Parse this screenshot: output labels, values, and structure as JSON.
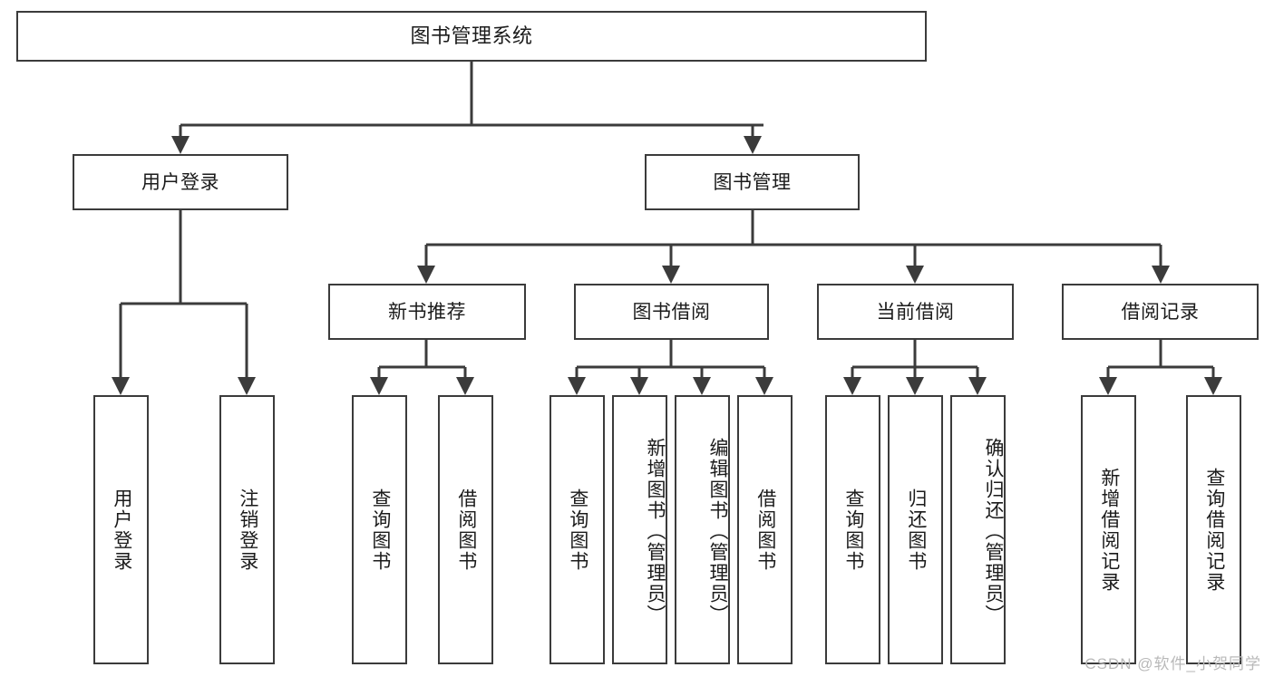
{
  "diagram": {
    "type": "tree",
    "title": "图书管理系统",
    "watermark": "CSDN @软件_小贺同学",
    "colors": {
      "box_border": "#3b3b3b",
      "box_fill": "#ffffff",
      "edge": "#3b3b3b",
      "text": "#1b1b1b",
      "watermark": "#b9b9b9",
      "background": "#ffffff"
    },
    "nodes": {
      "root": {
        "label": "图书管理系统"
      },
      "level2": [
        {
          "id": "user-login",
          "label": "用户登录"
        },
        {
          "id": "book-manage",
          "label": "图书管理"
        }
      ],
      "level3": [
        {
          "id": "new-book-recommend",
          "label": "新书推荐"
        },
        {
          "id": "book-borrow",
          "label": "图书借阅"
        },
        {
          "id": "current-borrow",
          "label": "当前借阅"
        },
        {
          "id": "borrow-record",
          "label": "借阅记录"
        }
      ],
      "leaves": {
        "user-login": [
          {
            "id": "leaf-user-login",
            "label": "用户登录"
          },
          {
            "id": "leaf-logout-login",
            "label": "注销登录"
          }
        ],
        "new-book-recommend": [
          {
            "id": "leaf-query-book-1",
            "label": "查询图书"
          },
          {
            "id": "leaf-borrow-book-1",
            "label": "借阅图书"
          }
        ],
        "book-borrow": [
          {
            "id": "leaf-query-book-2",
            "label": "查询图书"
          },
          {
            "id": "leaf-add-book",
            "label": "新增图书（管理员）"
          },
          {
            "id": "leaf-edit-book",
            "label": "编辑图书（管理员）"
          },
          {
            "id": "leaf-borrow-book-2",
            "label": "借阅图书"
          }
        ],
        "current-borrow": [
          {
            "id": "leaf-query-book-3",
            "label": "查询图书"
          },
          {
            "id": "leaf-return-book",
            "label": "归还图书"
          },
          {
            "id": "leaf-confirm-return",
            "label": "确认归还（管理员）"
          }
        ],
        "borrow-record": [
          {
            "id": "leaf-add-record",
            "label": "新增借阅记录"
          },
          {
            "id": "leaf-query-record",
            "label": "查询借阅记录"
          }
        ]
      }
    }
  }
}
